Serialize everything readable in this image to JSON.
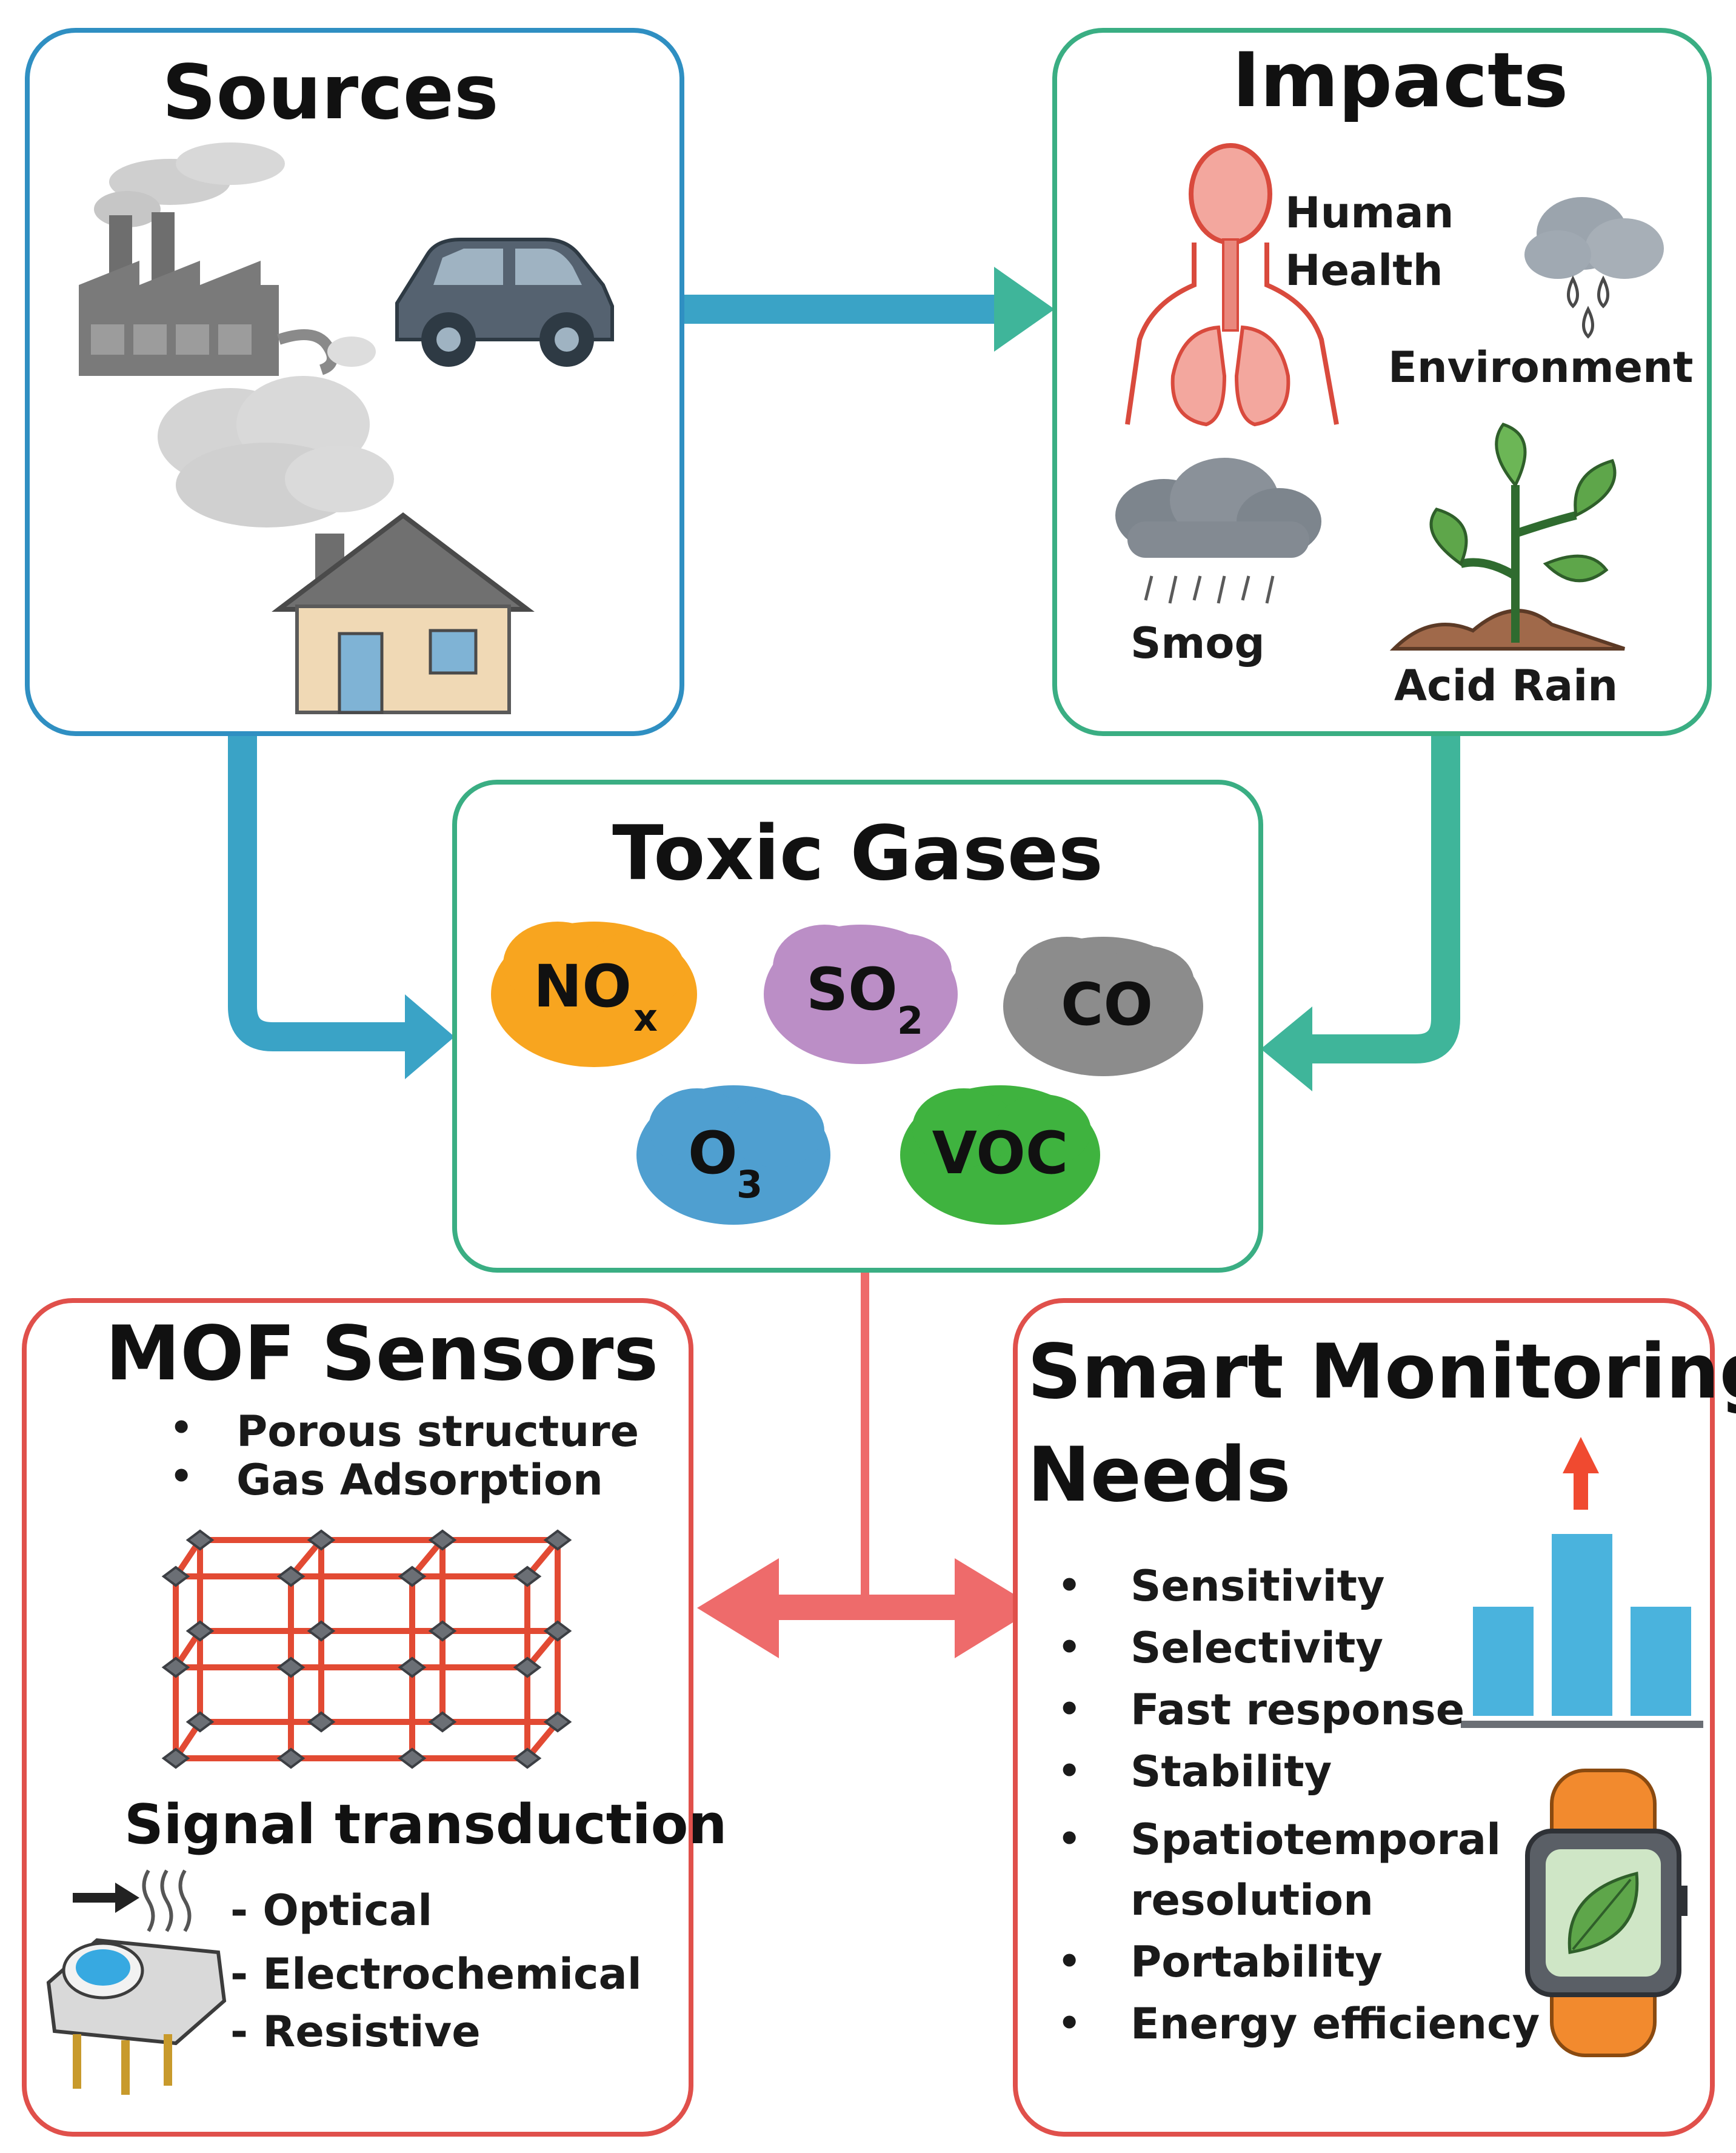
{
  "colors": {
    "sources_border": "#2f8fc2",
    "impacts_border": "#3aae83",
    "toxic_border": "#3aae83",
    "mof_border": "#e0504b",
    "smart_border": "#e0504b",
    "arrow_teal": "#3fb59a",
    "arrow_blue": "#3aa3c6",
    "arrow_red": "#ee6b6b",
    "nox": "#f8a51f",
    "so2": "#bb8ec6",
    "co": "#8c8c8c",
    "o3": "#4f9fd0",
    "voc": "#3fb33f",
    "bar": "#4ab3dd"
  },
  "sources": {
    "title": "Sources",
    "icons": [
      "factory-icon",
      "car-icon",
      "house-icon",
      "smoke-icon"
    ]
  },
  "impacts": {
    "title": "Impacts",
    "human_health_line1": "Human",
    "human_health_line2": "Health",
    "environment": "Environment",
    "smog": "Smog",
    "acid_rain": "Acid Rain",
    "icons": [
      "body-lungs-icon",
      "rain-cloud-icon",
      "smog-cloud-icon",
      "plant-icon"
    ]
  },
  "toxic_gases": {
    "title": "Toxic Gases",
    "gases": [
      {
        "main": "NO",
        "sub": "x"
      },
      {
        "main": "SO",
        "sub": "2"
      },
      {
        "main": "CO",
        "sub": ""
      },
      {
        "main": "O",
        "sub": "3"
      },
      {
        "main": "VOC",
        "sub": ""
      }
    ]
  },
  "mof_sensors": {
    "title": "MOF Sensors",
    "bullets": [
      "Porous structure",
      "Gas Adsorption"
    ],
    "signal_heading": "Signal transduction",
    "signal_items": [
      "- Optical",
      "- Electrochemical",
      "- Resistive"
    ],
    "icons": [
      "mof-lattice-icon",
      "sensor-chip-icon"
    ]
  },
  "smart_monitoring": {
    "title_line1": "Smart Monitoring",
    "title_line2": "Needs",
    "needs": [
      "Sensitivity",
      "Selectivity",
      "Fast response",
      "Stability",
      "Spatiotemporal",
      "resolution",
      "Portability",
      "Energy efficiency"
    ],
    "icons": [
      "bar-chart-icon",
      "smartwatch-leaf-icon"
    ]
  }
}
